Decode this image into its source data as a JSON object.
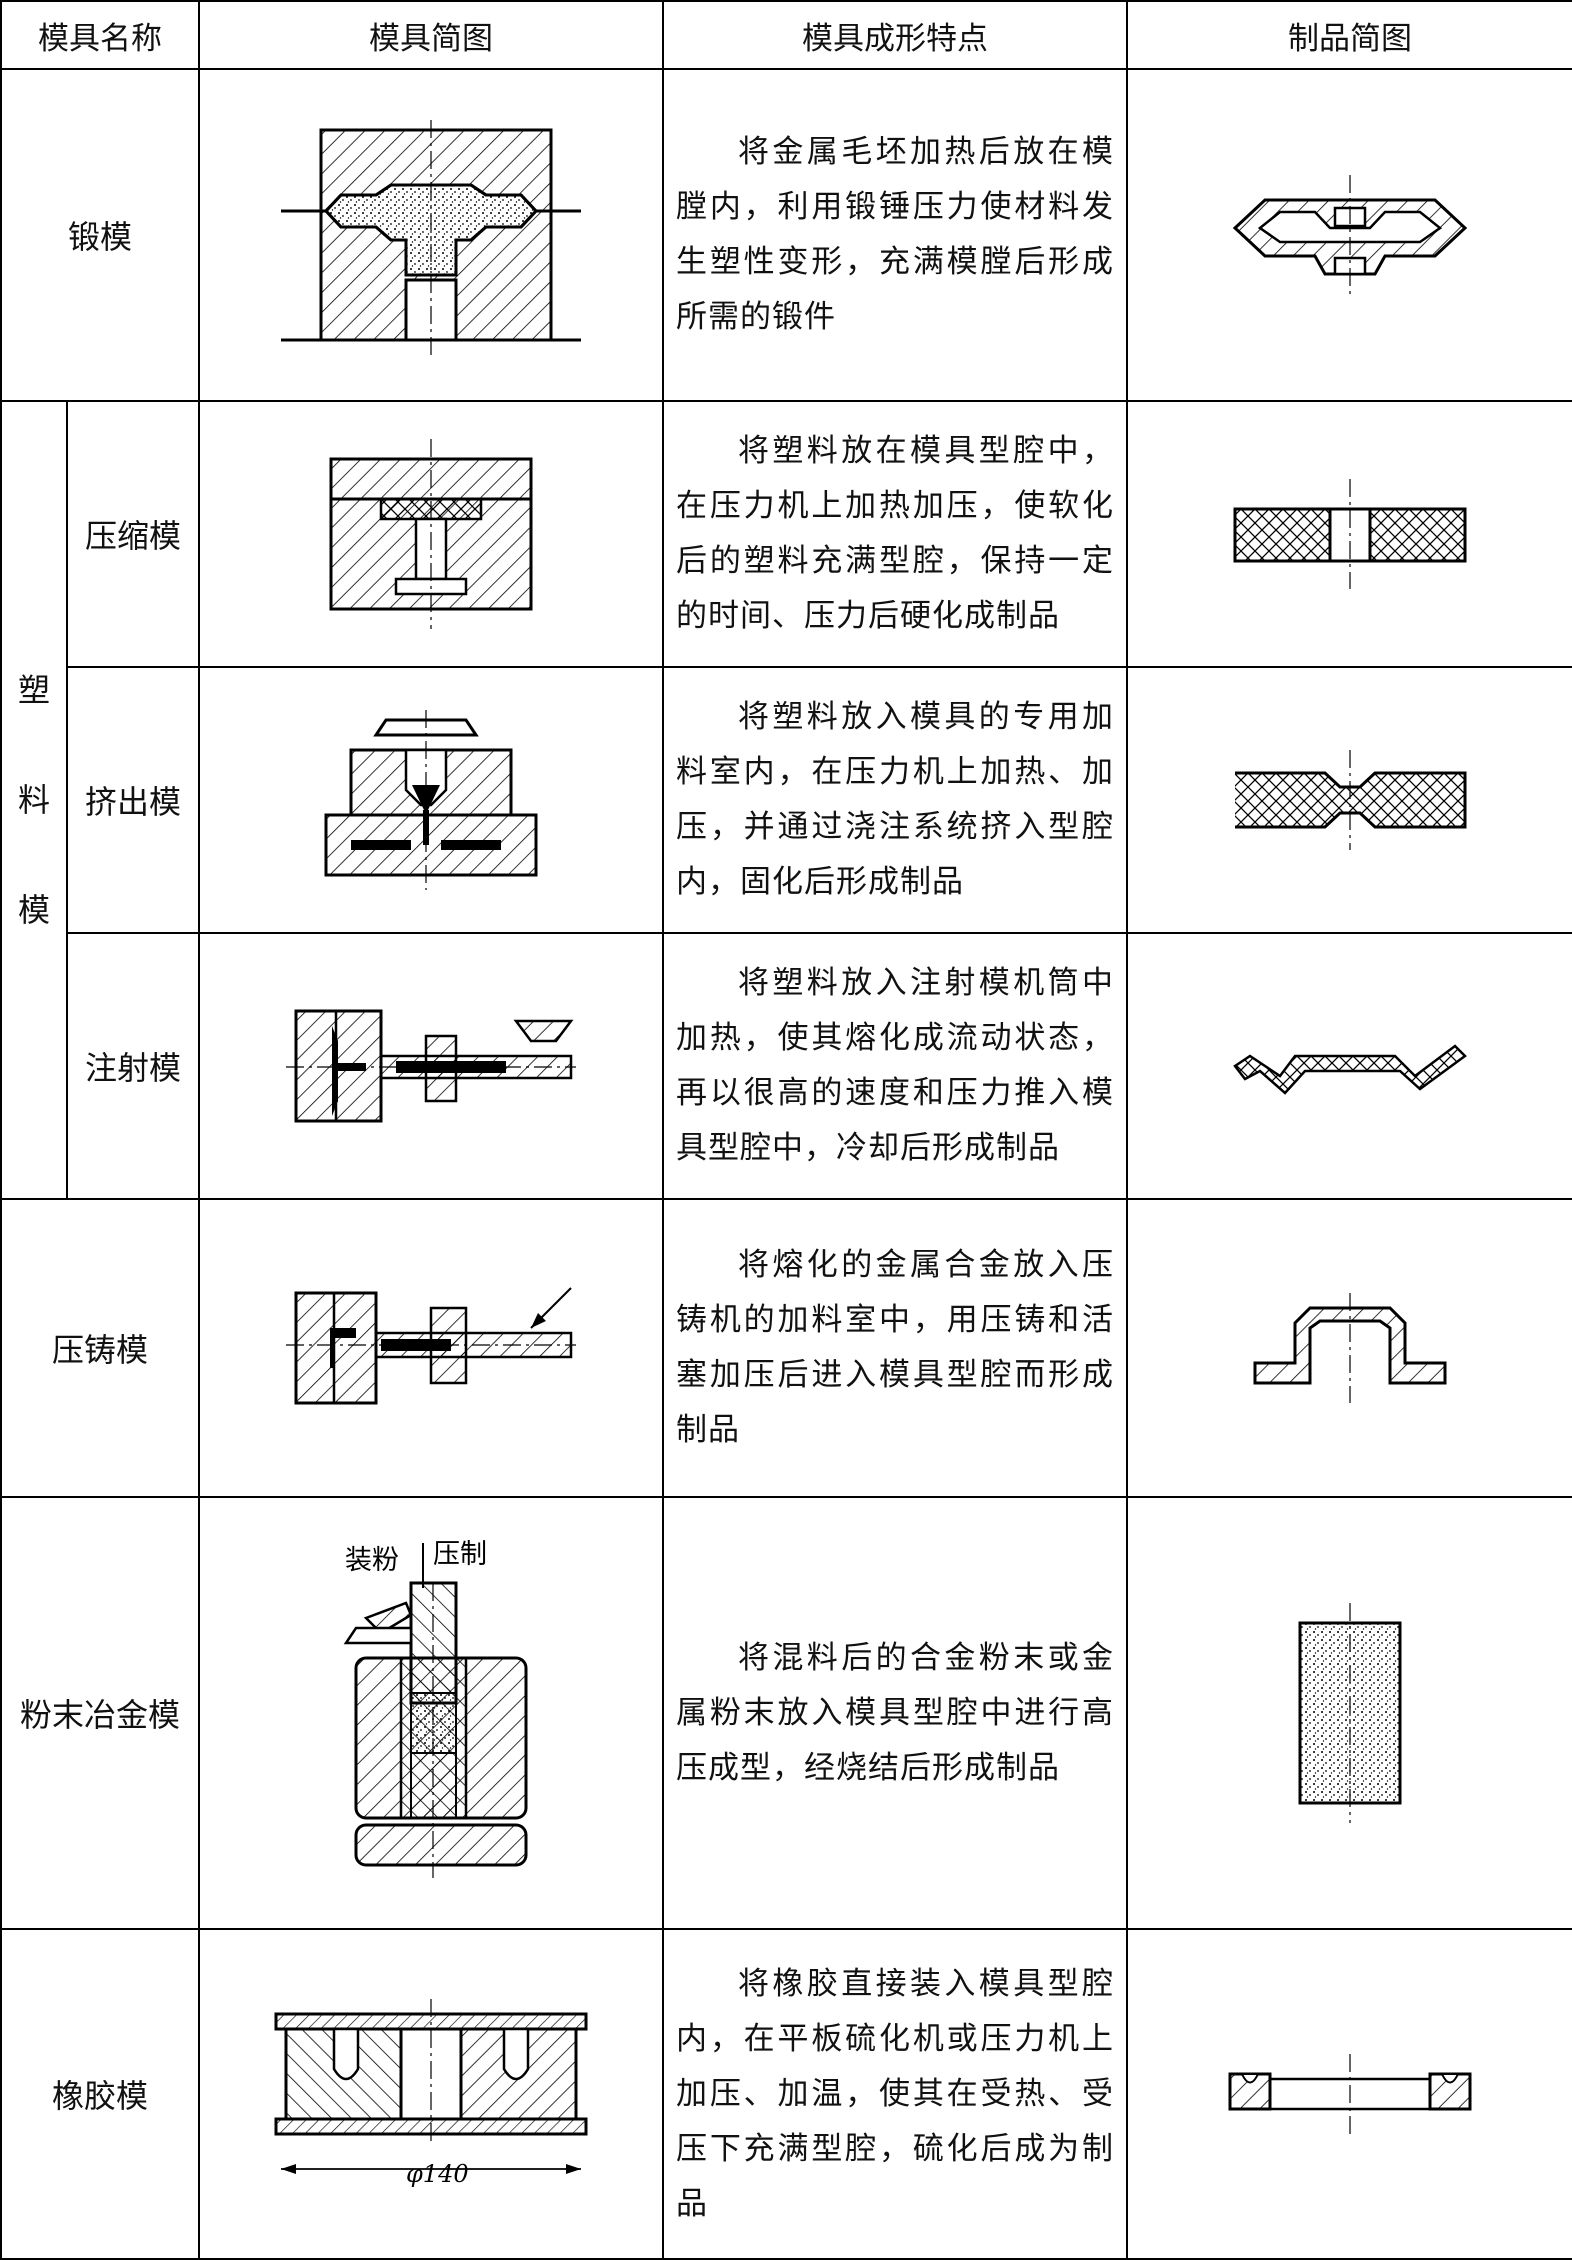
{
  "header": {
    "col1": "模具名称",
    "col2": "模具简图",
    "col3": "模具成形特点",
    "col4": "制品简图"
  },
  "group": {
    "label_chars": [
      "塑",
      "料",
      "模"
    ]
  },
  "rows": [
    {
      "name": "锻模",
      "desc": "将金属毛坯加热后放在模膛内，利用锻锤压力使材料发生塑性变形，充满模膛后形成所需的锻件"
    },
    {
      "name": "压缩模",
      "desc": "将塑料放在模具型腔中，在压力机上加热加压，使软化后的塑料充满型腔，保持一定的时间、压力后硬化成制品"
    },
    {
      "name": "挤出模",
      "desc": "将塑料放入模具的专用加料室内，在压力机上加热、加压，并通过浇注系统挤入型腔内，固化后形成制品"
    },
    {
      "name": "注射模",
      "desc": "将塑料放入注射模机筒中加热，使其熔化成流动状态，再以很高的速度和压力推入模具型腔中，冷却后形成制品"
    },
    {
      "name": "压铸模",
      "desc": "将熔化的金属合金放入压铸机的加料室中，用压铸和活塞加压后进入模具型腔而形成制品"
    },
    {
      "name": "粉末冶金模",
      "desc": "将混料后的合金粉末或金属粉末放入模具型腔中进行高压成型，经烧结后形成制品"
    },
    {
      "name": "橡胶模",
      "desc": "将橡胶直接装入模具型腔内，在平板硫化机或压力机上加压、加温，使其在受热、受压下充满型腔，硫化后成为制品"
    }
  ],
  "figure_labels": {
    "powder_fill": "装粉",
    "powder_press": "压制",
    "rubber_dim": "φ140"
  },
  "icons": {
    "mold_figures": [
      "forging-die-diagram",
      "compression-mold-diagram",
      "transfer-mold-diagram",
      "injection-mold-diagram",
      "die-casting-mold-diagram",
      "powder-metallurgy-die-diagram",
      "rubber-mold-diagram"
    ],
    "product_figures": [
      "forging-product-diagram",
      "compression-product-diagram",
      "transfer-product-diagram",
      "injection-product-diagram",
      "die-casting-product-diagram",
      "powder-product-diagram",
      "rubber-product-diagram"
    ]
  }
}
